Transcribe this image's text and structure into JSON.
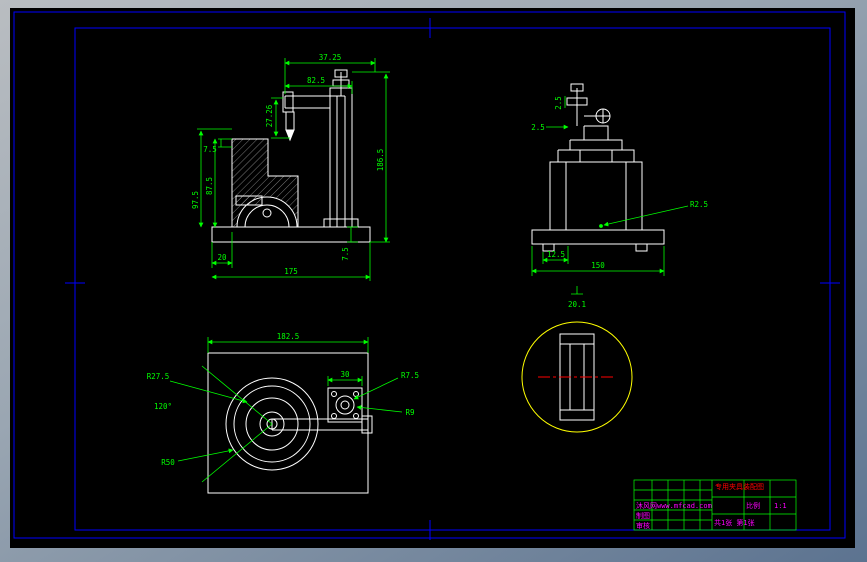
{
  "drawing": {
    "front": {
      "d_top_width": "37.25",
      "d_arm": "82.5",
      "d_pin": "27.26",
      "d_height": "186.5",
      "d_step": "7.5",
      "d_body": "87.5",
      "d_body2": "97.5",
      "d_offset": "20",
      "d_base": "175",
      "d_base_t": "7.5"
    },
    "side": {
      "d_gap": "2.5",
      "d_gap2": "2.5",
      "d_r": "R2.5",
      "d_foot": "12.5",
      "d_base": "150",
      "d_datum": "20.1"
    },
    "plan": {
      "d_width": "182.5",
      "d_block": "30",
      "d_r1": "R27.5",
      "d_angle": "120°",
      "d_r2": "R50",
      "d_r3": "R7.5",
      "d_r4": "R9"
    }
  },
  "title_block": {
    "title": "专用夹具装配图",
    "watermark": "沐风网www.mfcad.com",
    "row_design": "制图",
    "row_check": "审核",
    "scale_label": "比例",
    "scale_value": "1:1",
    "sheet_info": "共1张 第1张"
  },
  "colors": {
    "line": "#ffffff",
    "dimension": "#00ff00",
    "border": "#0000ff",
    "detail_circle": "#ffff00",
    "centerline": "#ff0000",
    "title_text": "#ff0000",
    "watermark_text": "#ff00ff",
    "sheet": "#000000"
  }
}
